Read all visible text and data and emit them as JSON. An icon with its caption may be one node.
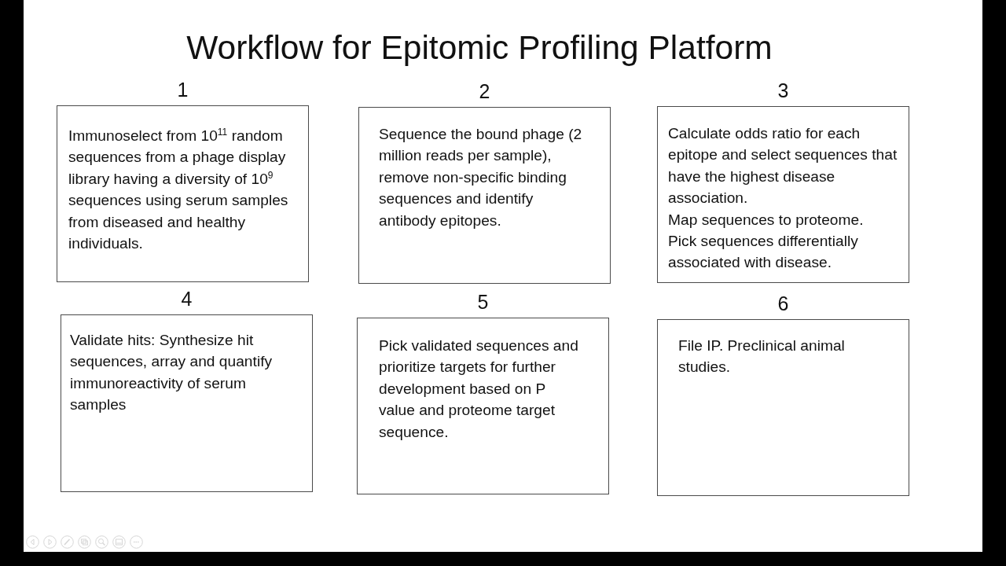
{
  "diagram": {
    "title": "Workflow for Epitomic Profiling Platform",
    "nodes": [
      {
        "text": [
          "1",
          "Immunoselect from 10$^{11}$ random sequences from a phage display library having a diversity of 10$^{9}$ sequences using serum samples from diseased and healthy individuals."
        ]
      },
      {
        "text": [
          "2",
          "Sequence the bound phage (2 million reads per sample), remove non-specific binding sequences and identify antibody epitopes."
        ]
      },
      {
        "text": [
          "3",
          "Calculate odds ratio for each epitope and select sequences that have the highest disease association.",
          "Map sequences to proteome.",
          "Pick sequences differentially associated with disease."
        ]
      },
      {
        "text": [
          "4",
          "Validate hits: Synthesize hit sequences, array and quantify immunoreactivity of serum samples"
        ]
      },
      {
        "text": [
          "5",
          "Pick validated sequences and prioritize targets for further development based on P value and proteome target sequence."
        ]
      },
      {
        "text": [
          "6",
          "File IP. Preclinical animal studies."
        ]
      }
    ]
  }
}
